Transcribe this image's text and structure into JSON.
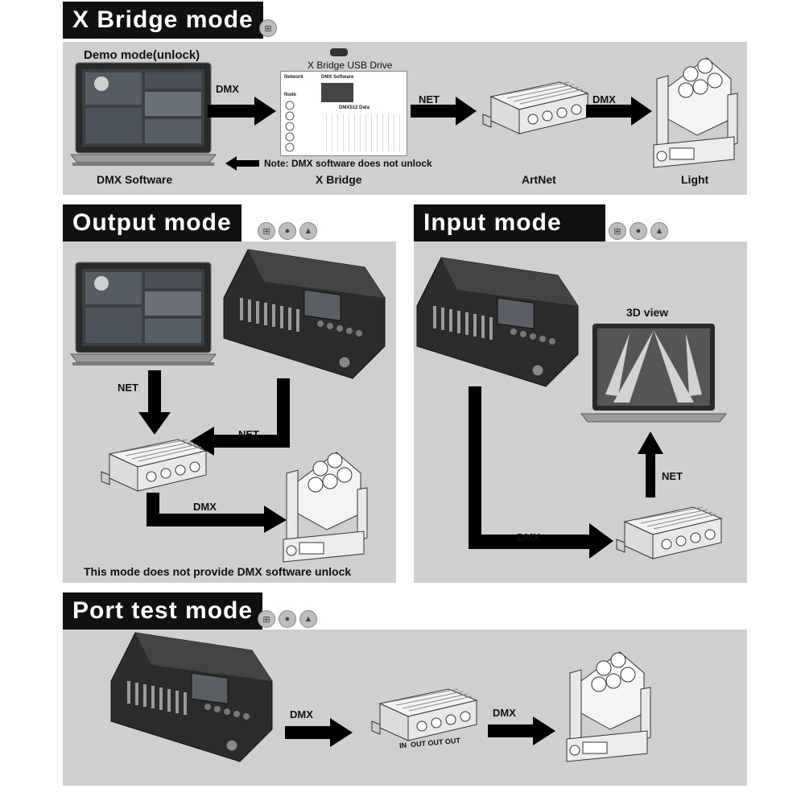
{
  "colors": {
    "panel": "#cfcfcf",
    "title_bg": "#111111",
    "title_text": "#ffffff",
    "arrow": "#000000"
  },
  "icons": {
    "windows": "windows-icon",
    "apple": "apple-icon",
    "android": "android-icon"
  },
  "bridge": {
    "title": "X Bridge mode",
    "demo_label": "Demo mode(unlock)",
    "usb_label": "X Bridge USB Drive",
    "note": "Note: DMX software does not unlock",
    "arrows": [
      "DMX",
      "NET",
      "DMX"
    ],
    "captions": [
      "DMX Software",
      "X Bridge",
      "ArtNet",
      "Light"
    ],
    "window": {
      "network_label": "Network",
      "node_label": "Node",
      "software_label": "DMX Software",
      "data_label": "DMX512 Data"
    }
  },
  "output": {
    "title": "Output mode",
    "arrows": [
      "NET",
      "NET",
      "DMX"
    ],
    "note": "This mode does not provide DMX software unlock"
  },
  "input": {
    "title": "Input mode",
    "view_label": "3D view",
    "arrows": [
      "DMX",
      "NET"
    ]
  },
  "port": {
    "title": "Port test mode",
    "arrows": [
      "DMX",
      "DMX"
    ],
    "ports_label": "IN  OUT OUT OUT"
  }
}
